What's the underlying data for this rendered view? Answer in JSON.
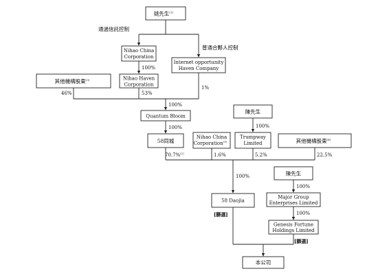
{
  "boxes": {
    "yao": "姚先生",
    "nihao_china_1": "Nihao China Corporation",
    "internet_opportunity": "Internet opportunity Haven Company",
    "other_inst_1": "其他機構股東",
    "nihao_haven": "Nihao Haven Corporation",
    "quantum_bloom": "Quantum Bloom",
    "chen_1": "陳先生",
    "trumpway": "Trumpway Limited",
    "fifty_eight_tongcheng": "58同城",
    "nihao_china_2": "Nihao China Corporation",
    "other_inst_2": "其他機構股東",
    "chen_2": "陳先生",
    "fifty_eight_daojia": "58 Daojia",
    "major_group": "Major Group Enterprises Limited",
    "genesis_fortune": "Genesis Fortune Holdings Limited",
    "company": "本公司"
  },
  "notes": {
    "yao": "(1)",
    "other_inst_1": "(3)",
    "fifty_eight_tongcheng_pct": "(2)",
    "nihao_china_2": "(1)",
    "other_inst_2": "(4)"
  },
  "edge_labels": {
    "trust_control": "通過信託控制",
    "gp_control": "普通合夥人控制",
    "nihao_china_to_haven": "100%",
    "other_inst_1_pct": "46%",
    "nihao_haven_pct": "53%",
    "internet_opportunity_pct": "1%",
    "to_quantum_bloom": "100%",
    "quantum_to_58": "100%",
    "chen_to_trumpway": "100%",
    "fifty_eight_pct": "70.7%",
    "nihao_china_2_pct": "1.6%",
    "trumpway_pct": "5.2%",
    "other_inst_2_pct": "22.5%",
    "to_58_daojia": "100%",
    "chen_to_major": "100%",
    "major_to_genesis": "100%"
  },
  "tags": {
    "daojia_tag": "[篩選]",
    "genesis_tag": "[篩選]"
  }
}
